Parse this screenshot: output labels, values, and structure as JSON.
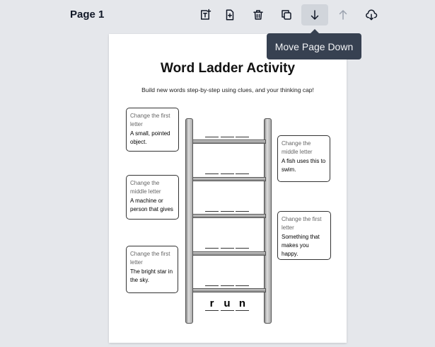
{
  "header": {
    "page_label": "Page 1"
  },
  "toolbar": [
    {
      "name": "add-text-icon"
    },
    {
      "name": "add-page-icon"
    },
    {
      "name": "delete-icon"
    },
    {
      "name": "duplicate-icon"
    },
    {
      "name": "move-down-icon",
      "selected": true
    },
    {
      "name": "move-up-icon",
      "disabled": true
    },
    {
      "name": "download-icon"
    }
  ],
  "tooltip": "Move Page Down",
  "worksheet": {
    "title": "Word Ladder Activity",
    "subtitle": "Build new words step-by-step using clues, and your thinking cap!",
    "clues": [
      {
        "hint": "Change the first letter",
        "clue": "A small, pointed object."
      },
      {
        "hint": "Change the middle letter",
        "clue": "A fish uses this to swim."
      },
      {
        "hint": "Change the middle letter",
        "clue": "A machine or person that gives"
      },
      {
        "hint": "Change the first letter",
        "clue": "Something that makes you happy."
      },
      {
        "hint": "Change the first letter",
        "clue": "The bright star in the sky."
      }
    ],
    "start_word": [
      "r",
      "u",
      "n"
    ]
  }
}
